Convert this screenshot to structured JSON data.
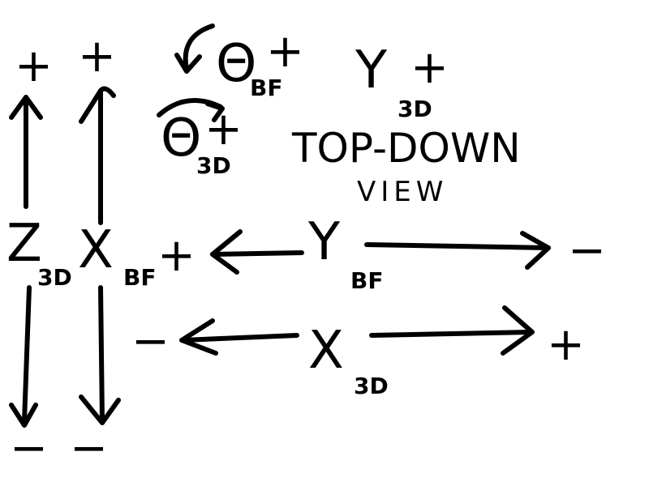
{
  "view": {
    "title": "TOP-DOWN",
    "subtitle": "VIEW"
  },
  "axes": {
    "z3d": {
      "letter": "Z",
      "sub": "3D",
      "pos": "+",
      "neg": "−"
    },
    "xbf": {
      "letter": "X",
      "sub": "BF",
      "pos": "+",
      "neg": "−"
    },
    "ybf": {
      "letter": "Y",
      "sub": "BF",
      "pos": "+",
      "neg": "−"
    },
    "x3d": {
      "letter": "X",
      "sub": "3D",
      "pos": "+",
      "neg": "−"
    },
    "y3d": {
      "letter": "Y",
      "sub": "3D",
      "pos": "+"
    },
    "thetabf": {
      "letter": "Θ",
      "sub": "BF",
      "pos": "+"
    },
    "theta3d": {
      "letter": "Θ",
      "sub": "3D",
      "pos": "+"
    }
  }
}
